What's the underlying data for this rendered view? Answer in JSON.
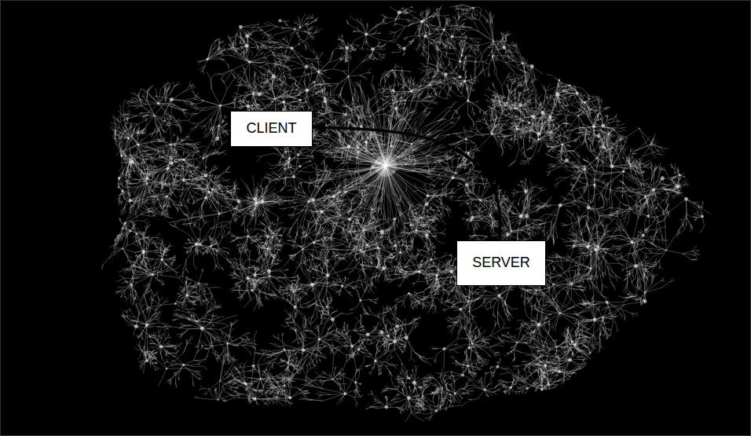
{
  "diagram": {
    "nodes": [
      {
        "text": [
          "CLIENT"
        ]
      },
      {
        "text": [
          "SERVER"
        ]
      }
    ],
    "edges": [
      {
        "from": 0,
        "to": 1,
        "arrow": "both"
      }
    ]
  }
}
